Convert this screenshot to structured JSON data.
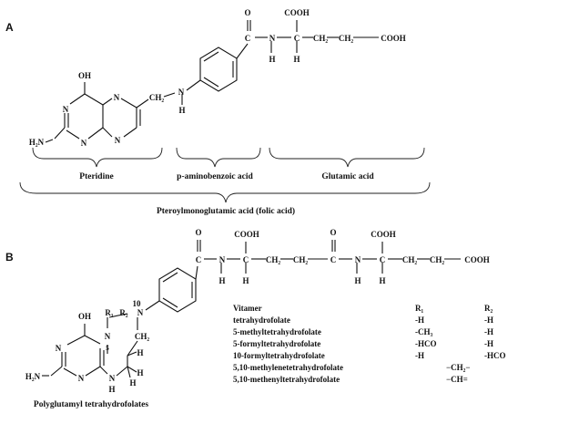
{
  "panel_a": {
    "letter": "A",
    "atoms": {
      "o_top": "O",
      "c_amide": "C",
      "n_amide": "N",
      "h_amide": "H",
      "cooh": "COOH",
      "c_alpha": "C",
      "h_alpha": "H",
      "ch2_1": "CH₂",
      "ch2_2": "CH₂",
      "cooh_end": "COOH",
      "oh": "OH",
      "n1": "N",
      "n3": "N",
      "n5": "N",
      "n8": "N",
      "h2n": "H₂N",
      "ch2_link": "CH₂",
      "n_link": "N",
      "h_link": "H"
    },
    "groups": {
      "pteridine": "Pteridine",
      "paba": "p-aminobenzoic acid",
      "glutamic": "Glutamic acid",
      "whole": "Pteroylmonoglutamic acid (folic acid)"
    }
  },
  "panel_b": {
    "letter": "B",
    "atoms": {
      "o1": "O",
      "c1": "C",
      "n1": "N",
      "h1": "H",
      "cooh1": "COOH",
      "ca1": "C",
      "ha1": "H",
      "ch2a": "CH₂",
      "ch2b": "CH₂",
      "o2": "O",
      "c2": "C",
      "n2": "N",
      "h2": "H",
      "cooh2": "COOH",
      "ca2": "C",
      "ha2": "H",
      "ch2c": "CH₂",
      "ch2d": "CH₂",
      "cooh_end": "COOH",
      "ten": "10",
      "r1": "R₁",
      "r2": "R₂",
      "n10": "N",
      "oh": "OH",
      "n5": "N",
      "five": "5",
      "ch2_ring": "CH₂",
      "n_left": "N",
      "n_lower": "N",
      "h2n": "H₂N",
      "h_c6": "H",
      "h_c7a": "H",
      "h_c7b": "H",
      "nh": "N",
      "nh_h": "H"
    },
    "caption": "Polyglutamyl tetrahydrofolates",
    "table": {
      "headers": [
        "Vitamer",
        "R₁",
        "R₂"
      ],
      "rows": [
        {
          "name": "tetrahydrofolate",
          "r1": "-H",
          "r2": "-H"
        },
        {
          "name": "5-methyltetrahydrofolate",
          "r1": "-CH₃",
          "r2": "-H"
        },
        {
          "name": "5-formyltetrahydrofolate",
          "r1": "-HCO",
          "r2": "-H"
        },
        {
          "name": "10-formyltetrahydrofolate",
          "r1": "-H",
          "r2": "-HCO"
        },
        {
          "name": "5,10-methylenetetrahydrofolate",
          "bridge": "−CH₂−"
        },
        {
          "name": "5,10-methenyltetrahydrofolate",
          "bridge": "−CH="
        }
      ]
    }
  }
}
